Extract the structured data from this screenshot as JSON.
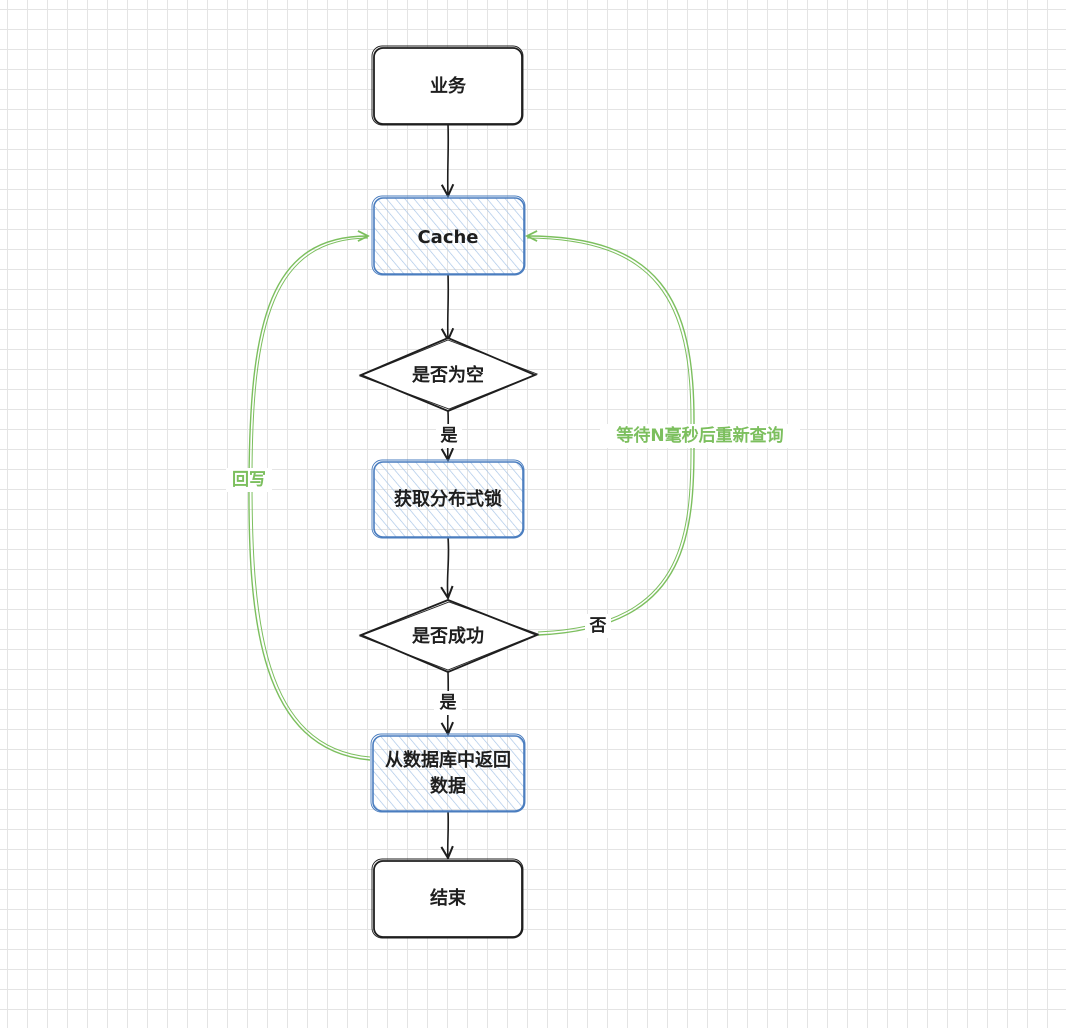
{
  "nodes": {
    "business": "业务",
    "cache": "Cache",
    "is_empty": "是否为空",
    "acquire_lock": "获取分布式锁",
    "is_success": "是否成功",
    "db_return_line1": "从数据库中返回",
    "db_return_line2": "数据",
    "end": "结束"
  },
  "edges": {
    "empty_yes": "是",
    "success_yes": "是",
    "success_no": "否",
    "retry": "等待N毫秒后重新查询",
    "write_back": "回写"
  },
  "colors": {
    "stroke": "#1e1e1e",
    "blue_stroke": "#4a7dbf",
    "blue_hatch": "#a5c3e6",
    "green": "#7cbf5e"
  }
}
